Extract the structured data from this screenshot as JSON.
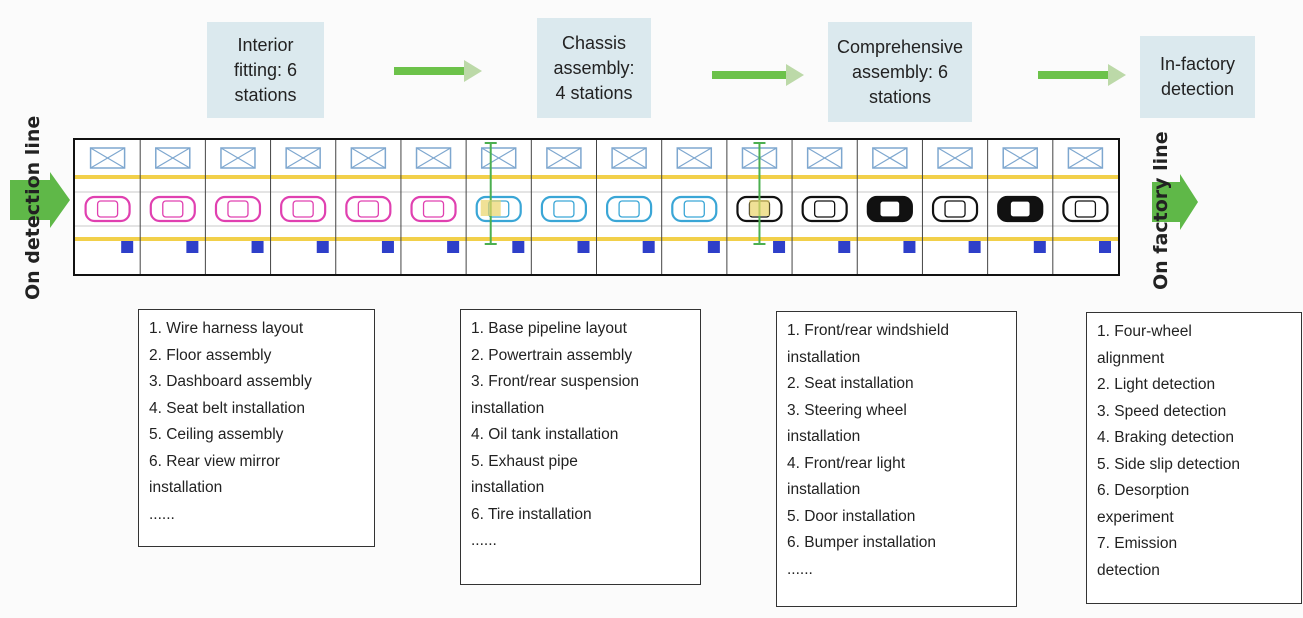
{
  "stages": [
    {
      "label": "Interior\nfitting: 6\nstations"
    },
    {
      "label": "Chassis\nassembly:\n4 stations"
    },
    {
      "label": "Comprehensive\nassembly: 6\nstations"
    },
    {
      "label": "In-factory\ndetection"
    }
  ],
  "side_labels": {
    "left": "On detection line",
    "right": "On factory line"
  },
  "task_lists": [
    {
      "items": [
        "1. Wire harness layout",
        "2. Floor assembly",
        "3. Dashboard assembly",
        "4. Seat belt installation",
        "5. Ceiling assembly",
        "6. Rear view mirror\ninstallation",
        "......"
      ]
    },
    {
      "items": [
        "1. Base pipeline layout",
        "2. Powertrain assembly",
        "3. Front/rear suspension\ninstallation",
        "4. Oil tank installation",
        "5. Exhaust pipe\ninstallation",
        "6. Tire installation",
        "......"
      ]
    },
    {
      "items": [
        "1. Front/rear windshield\ninstallation",
        "2. Seat installation",
        "3. Steering wheel\ninstallation",
        "4. Front/rear light\ninstallation",
        "5. Door installation",
        "6. Bumper installation",
        "......"
      ]
    },
    {
      "items": [
        "1. Four-wheel\nalignment",
        "2. Light detection",
        "3. Speed detection",
        "4. Braking detection",
        "5. Side slip detection",
        "6. Desorption\nexperiment",
        "7. Emission\ndetection"
      ]
    }
  ],
  "colors": {
    "stage_bg": "#dbe9ee",
    "arrow": "#6cc24a",
    "rail": "#f2d04a",
    "marker": "#2e3fc9",
    "car_interior": "#e040b0",
    "car_chassis": "#3aa6d6",
    "car_comprehensive": "#111111"
  }
}
